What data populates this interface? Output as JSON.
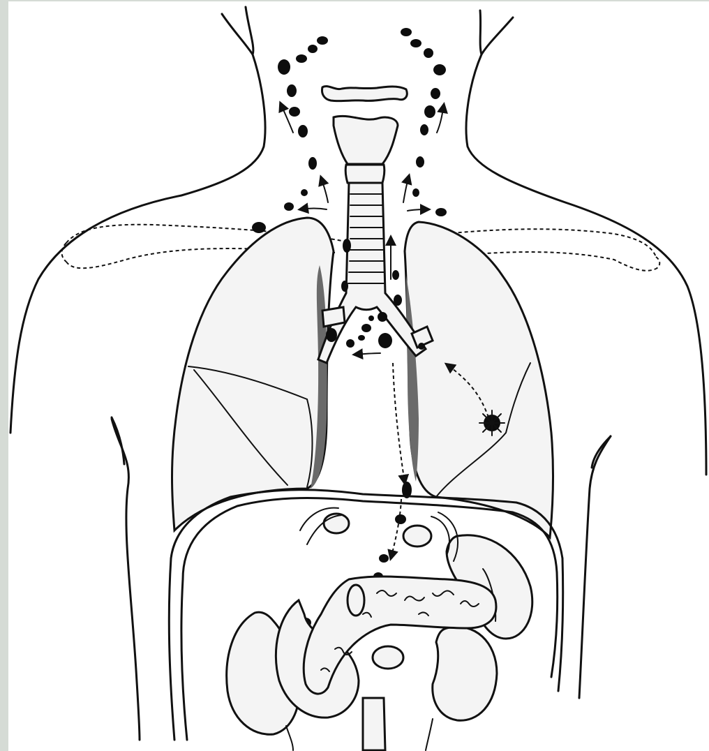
{
  "figure": {
    "colors": {
      "background": "#d5dbd5",
      "paper": "#ffffff",
      "ink": "#111111",
      "organ_fill": "#f4f4f4",
      "lymph_node": "#0d0d0d",
      "shadow": "#6a6a6a"
    },
    "regions": [
      "neck",
      "trachea",
      "left-lung",
      "right-lung",
      "clavicles",
      "diaphragm",
      "stomach",
      "pancreas",
      "spleen",
      "kidneys",
      "aorta",
      "tumor"
    ],
    "lymph_node_groups": [
      "cervical",
      "supraclavicular",
      "mediastinal",
      "hilar",
      "abdominal"
    ],
    "text_labels": []
  }
}
